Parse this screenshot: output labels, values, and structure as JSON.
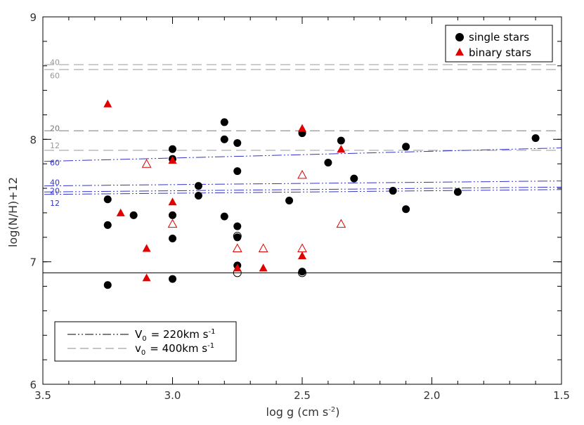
{
  "chart_data": {
    "type": "scatter",
    "xlabel": "log g (cm s",
    "xlabel_sup": "-2",
    "xlabel_end": ")",
    "ylabel": "log(N/H)+12",
    "xlim": [
      3.5,
      1.5
    ],
    "ylim": [
      6,
      9
    ],
    "x_ticks": [
      "3.5",
      "3.0",
      "2.5",
      "2.0",
      "1.5"
    ],
    "y_ticks": [
      "6",
      "7",
      "8",
      "9"
    ],
    "legend_top": [
      {
        "label": "single stars",
        "color": "#000000",
        "marker": "circle"
      },
      {
        "label": "binary stars",
        "color": "#e00000",
        "marker": "triangle"
      }
    ],
    "legend_bottom": [
      {
        "label_main": "V",
        "label_sub": "0",
        "label_rest": "= 220km s",
        "label_sup": "-1",
        "style": "dash-dot-dot",
        "color": "#000000"
      },
      {
        "label_main": "v",
        "label_sub": "0",
        "label_rest": "= 400km s",
        "label_sup": "-1",
        "style": "dashed",
        "color": "#888888"
      }
    ],
    "reference_line": {
      "y": 6.91,
      "color": "#000000"
    },
    "model_lines": [
      {
        "label": "40",
        "y0": 8.61,
        "y1": 8.61,
        "style": "dashed",
        "color": "#999999",
        "label_y": 8.63
      },
      {
        "label": "60",
        "y0": 8.57,
        "y1": 8.57,
        "style": "dashed",
        "color": "#999999",
        "label_y": 8.52
      },
      {
        "label": "20",
        "y0": 8.07,
        "y1": 8.07,
        "style": "dashed",
        "color": "#777777",
        "label_y": 8.09
      },
      {
        "label": "12",
        "y0": 7.91,
        "y1": 7.91,
        "style": "dashed",
        "color": "#999999",
        "label_y": 7.95
      },
      {
        "label": "60",
        "y0": 7.82,
        "y1": 7.93,
        "style": "dash-dot-dot",
        "color": "#3333cc",
        "label_y": 7.81
      },
      {
        "label": "40",
        "y0": 7.62,
        "y1": 7.66,
        "style": "dash-dot-dot",
        "color": "#3333cc",
        "label_y": 7.65
      },
      {
        "label": "20",
        "y0": 7.57,
        "y1": 7.61,
        "style": "dash-dot-dot",
        "color": "#3333cc",
        "label_y": 7.58
      },
      {
        "label": "12",
        "y0": 7.55,
        "y1": 7.59,
        "style": "dash-dot-dot",
        "color": "#3333cc",
        "label_y": 7.48
      }
    ],
    "series": [
      {
        "name": "single stars",
        "marker": "circle-filled",
        "color": "#000000",
        "points": [
          [
            3.25,
            6.81
          ],
          [
            3.25,
            7.3
          ],
          [
            3.25,
            7.51
          ],
          [
            3.15,
            7.38
          ],
          [
            3.0,
            6.86
          ],
          [
            3.0,
            7.19
          ],
          [
            3.0,
            7.38
          ],
          [
            3.0,
            7.84
          ],
          [
            3.0,
            7.92
          ],
          [
            2.9,
            7.54
          ],
          [
            2.9,
            7.62
          ],
          [
            2.8,
            7.37
          ],
          [
            2.8,
            8.0
          ],
          [
            2.8,
            8.14
          ],
          [
            2.75,
            6.97
          ],
          [
            2.75,
            7.2
          ],
          [
            2.75,
            7.29
          ],
          [
            2.75,
            7.74
          ],
          [
            2.75,
            7.97
          ],
          [
            2.55,
            7.5
          ],
          [
            2.5,
            6.92
          ],
          [
            2.5,
            8.05
          ],
          [
            2.4,
            7.81
          ],
          [
            2.35,
            7.99
          ],
          [
            2.3,
            7.68
          ],
          [
            2.15,
            7.58
          ],
          [
            2.1,
            7.43
          ],
          [
            2.1,
            7.94
          ],
          [
            1.9,
            7.57
          ],
          [
            1.6,
            8.01
          ]
        ]
      },
      {
        "name": "single stars (open)",
        "marker": "circle-open",
        "color": "#000000",
        "points": [
          [
            2.75,
            6.91
          ],
          [
            2.75,
            7.21
          ],
          [
            2.5,
            6.91
          ]
        ]
      },
      {
        "name": "binary stars",
        "marker": "triangle-filled",
        "color": "#e00000",
        "points": [
          [
            3.25,
            8.29
          ],
          [
            3.2,
            7.4
          ],
          [
            3.1,
            6.87
          ],
          [
            3.1,
            7.11
          ],
          [
            3.0,
            7.49
          ],
          [
            3.0,
            7.83
          ],
          [
            2.75,
            6.95
          ],
          [
            2.65,
            6.95
          ],
          [
            2.5,
            7.05
          ],
          [
            2.5,
            8.09
          ],
          [
            2.35,
            7.92
          ]
        ]
      },
      {
        "name": "binary stars (open)",
        "marker": "triangle-open",
        "color": "#e00000",
        "points": [
          [
            3.1,
            7.8
          ],
          [
            3.0,
            7.31
          ],
          [
            2.75,
            7.11
          ],
          [
            2.65,
            7.11
          ],
          [
            2.5,
            7.11
          ],
          [
            2.5,
            7.71
          ],
          [
            2.35,
            7.31
          ]
        ]
      }
    ]
  }
}
